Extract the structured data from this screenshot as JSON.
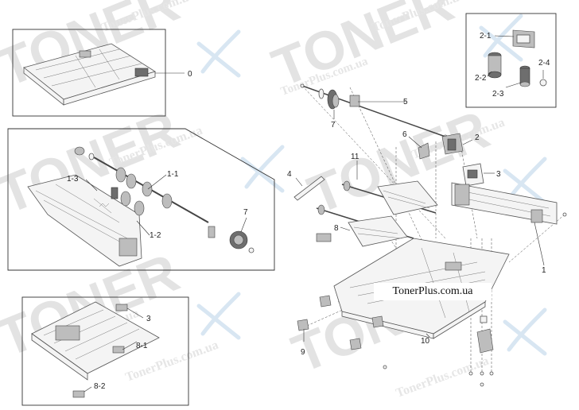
{
  "watermark": {
    "big_text": "TONER",
    "url_text": "TonerPlus.com.ua",
    "brand_box_text": "TonerPlus.com.ua"
  },
  "callouts": {
    "c0": "0",
    "c1": "1",
    "c1_1": "1-1",
    "c1_2": "1-2",
    "c1_3": "1-3",
    "c2": "2",
    "c2_1": "2-1",
    "c2_2": "2-2",
    "c2_3": "2-3",
    "c2_4": "2-4",
    "c3_main": "3",
    "c3_inset": "3",
    "c4": "4",
    "c5": "5",
    "c6": "6",
    "c7_main": "7",
    "c7_inset": "7",
    "c8_main": "8",
    "c8_1": "8-1",
    "c8_2": "8-2",
    "c9": "9",
    "c10": "10",
    "c11": "11"
  },
  "colors": {
    "watermark_gray": "#e3e3e3",
    "watermark_blue": "#d8e6f2",
    "line": "#333333"
  }
}
